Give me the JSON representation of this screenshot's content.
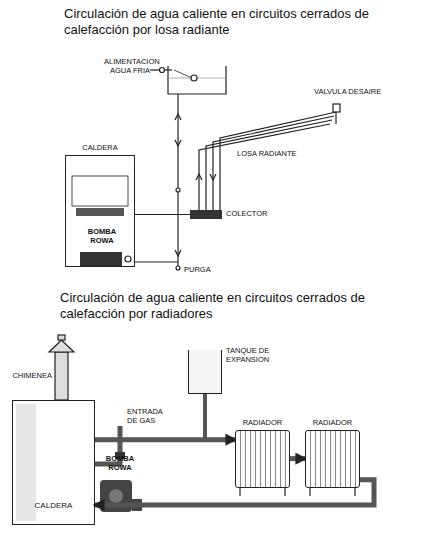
{
  "diagram": {
    "title": "Circulación de agua caliente en circuitos cerrados de calefacción por losa radiante",
    "nodes": [
      {
        "text": [
          "CALDERA"
        ]
      },
      {
        "text": [
          "COLECTOR"
        ]
      },
      {
        "text": [
          "CALDERA"
        ]
      },
      {
        "text": [
          "TANQUE DE EXPANSION"
        ]
      },
      {
        "text": [
          "RADIADOR"
        ]
      },
      {
        "text": [
          "RADIADOR"
        ]
      }
    ],
    "edges": [
      {
        "from": 0,
        "to": 1,
        "arrow": "none"
      },
      {
        "from": 2,
        "to": 4,
        "arrow": "to"
      },
      {
        "from": 4,
        "to": 5,
        "arrow": "to"
      },
      {
        "from": 5,
        "to": 2,
        "arrow": "to"
      }
    ],
    "labels": [
      "ALIMENTACION AGUA FRIA",
      "VALVULA DESAIRE",
      "LOSA RADIANTE",
      "BOMBA ROWA",
      "PURGA",
      "Circulación de agua caliente en circuitos cerrados de calefacción por radiadores",
      "CHIMENEA",
      "ENTRADA DE GAS",
      "BOMBA ROWA"
    ]
  }
}
